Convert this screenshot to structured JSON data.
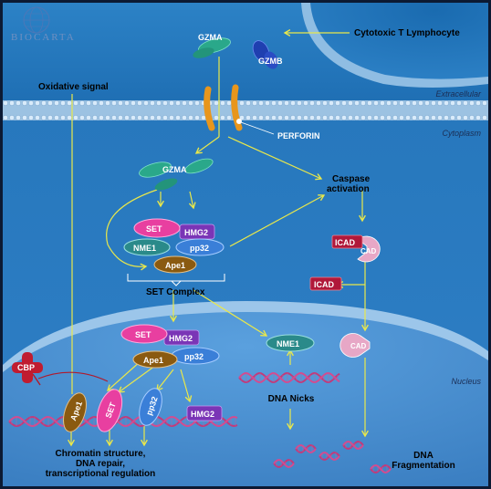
{
  "brand": {
    "logo_text": "BIOCARTA"
  },
  "regions": {
    "extracellular": "Extracellular",
    "cytoplasm": "Cytoplasm",
    "nucleus": "Nucleus"
  },
  "labels": {
    "ctl": "Cytotoxic T Lymphocyte",
    "oxidative": "Oxidative signal",
    "perforin": "PERFORIN",
    "caspase_line1": "Caspase",
    "caspase_line2": "activation",
    "set_complex": "SET Complex",
    "chromatin_line1": "Chromatin structure,",
    "chromatin_line2": "DNA repair,",
    "chromatin_line3": "transcriptional regulation",
    "dna_nicks": "DNA Nicks",
    "dna_frag_line1": "DNA",
    "dna_frag_line2": "Fragmentation"
  },
  "molecules": {
    "gzma_top": "GZMA",
    "gzmb": "GZMB",
    "gzma_cyto": "GZMA",
    "set": "SET",
    "hmg2": "HMG2",
    "nme1": "NME1",
    "pp32": "pp32",
    "ape1": "Ape1",
    "icad": "ICAD",
    "cad": "CAD",
    "icad_free": "ICAD",
    "n_set": "SET",
    "n_hmg2": "HMG2",
    "n_ape1": "Ape1",
    "n_pp32": "pp32",
    "n_nme1": "NME1",
    "n_cad": "CAD",
    "cbp": "CBP",
    "dna_ape1": "Ape1",
    "dna_set": "SET",
    "dna_pp32": "pp32",
    "dna_hmg2": "HMG2"
  },
  "colors": {
    "cytoplasm": "#2b7bc0",
    "nucleus": "#4b8fd0",
    "membrane": "#8ab6dc",
    "arrow": "#e8e650",
    "set": "#e83fa0",
    "hmg2": "#7a35b6",
    "nme1": "#2a8a8a",
    "pp32": "#3a7fd8",
    "ape1": "#8a5a10",
    "icad": "#b0183a",
    "cad": "#e7a7c6",
    "gzma": "#2aa88a",
    "gzmb": "#2040b0",
    "perforin": "#e89a20",
    "cbp": "#c01c30"
  }
}
